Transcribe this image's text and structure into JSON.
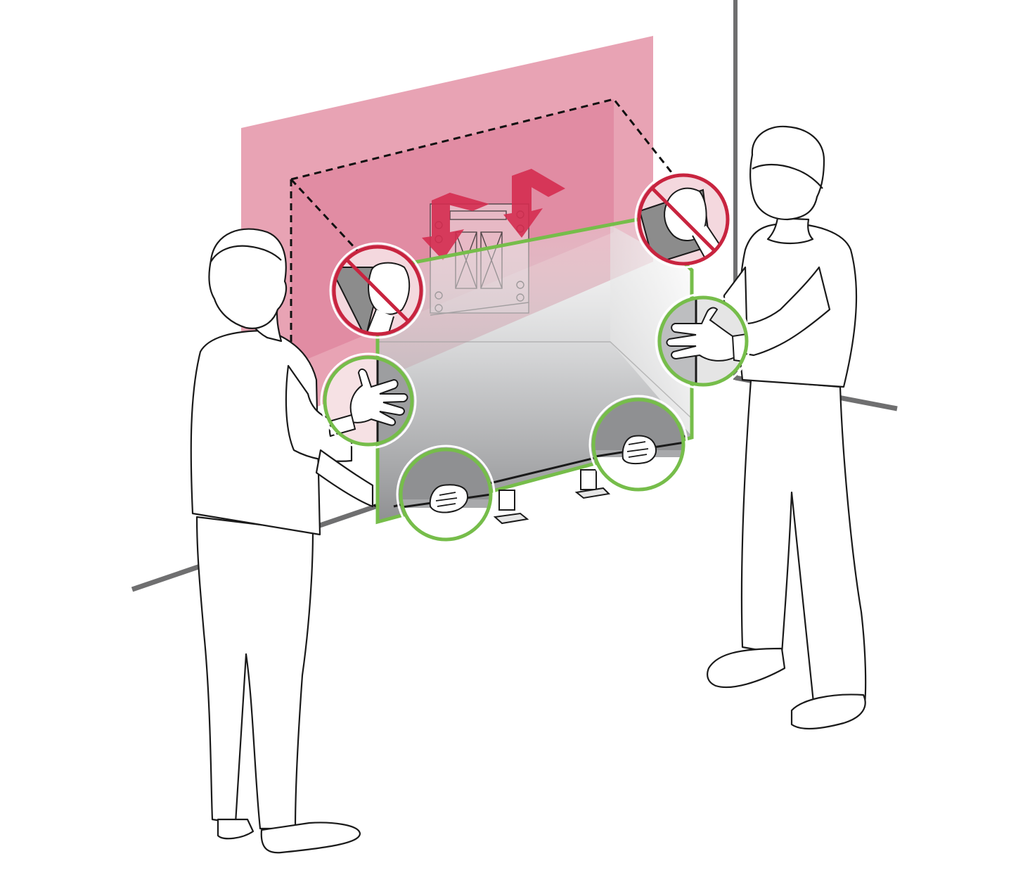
{
  "illustration": {
    "subject": "two-person-wall-mount-installation",
    "text_labels": []
  },
  "colors": {
    "wall_highlight": "#e8a3b4",
    "wall_highlight_dark": "#df849d",
    "correct_ring": "#76bd4a",
    "prohibited_ring": "#c8243f",
    "bracket_arrow": "#d52d50",
    "room_line": "#6f6f70",
    "outline": "#1a1a1a"
  },
  "icons": {
    "correct_grip": "check-grip-icon",
    "prohibited_grip": "prohibited-grip-icon",
    "mount_arrow": "down-arrow-icon"
  },
  "guidance": [
    {
      "hand": "left-upper-corner",
      "status": "prohibited"
    },
    {
      "hand": "right-upper-corner",
      "status": "prohibited"
    },
    {
      "hand": "left-side",
      "status": "correct"
    },
    {
      "hand": "right-side",
      "status": "correct"
    },
    {
      "hand": "bottom-left",
      "status": "correct"
    },
    {
      "hand": "bottom-right",
      "status": "correct"
    }
  ]
}
